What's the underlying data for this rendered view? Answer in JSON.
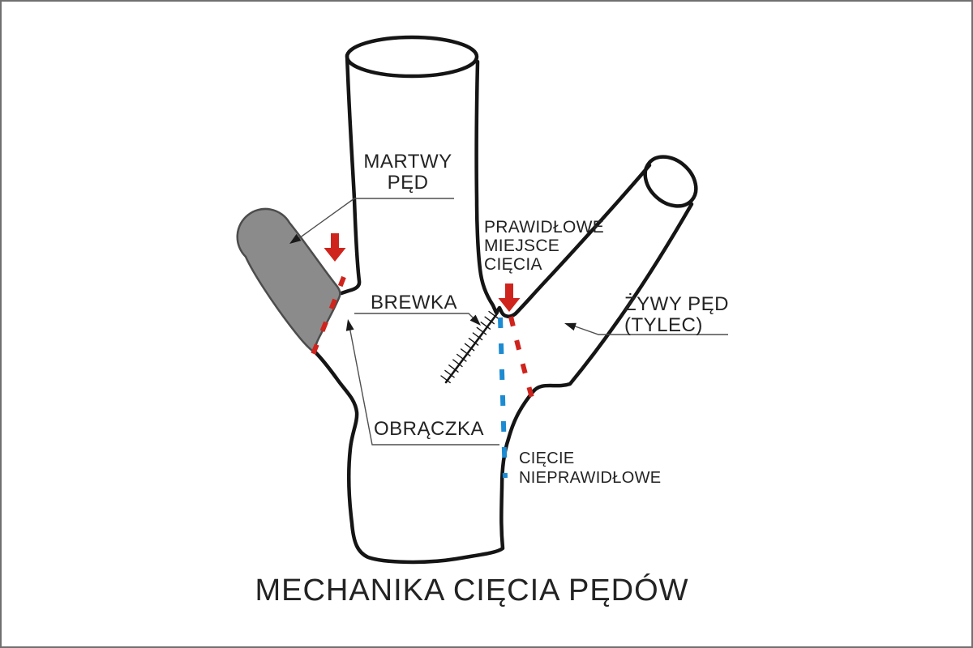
{
  "title": {
    "text": "MECHANIKA CIĘCIA PĘDÓW"
  },
  "labels": {
    "dead_shoot": {
      "lines": [
        "MARTWY",
        "PĘD"
      ]
    },
    "ridge": {
      "text": "BREWKA"
    },
    "collar": {
      "text": "OBRĄCZKA"
    },
    "live_shoot": {
      "lines": [
        "ŻYWY PĘD",
        "(TYLEC)"
      ]
    },
    "correct_cut": {
      "lines": [
        "PRAWIDŁOWE",
        "MIEJSCE",
        "CIĘCIA"
      ]
    },
    "incorrect_cut": {
      "lines": [
        "CIĘCIE",
        "NIEPRAWIDŁOWE"
      ]
    }
  },
  "colors": {
    "background": "#ffffff",
    "frame": "#707070",
    "outline": "#151515",
    "dead_fill": "#8b8b8b",
    "dead_stroke": "#4c4c4c",
    "leader": "#4f4f4f",
    "arrowhead": "#1a1a1a",
    "correct_red": "#cf241d",
    "incorrect_blue": "#1d8bd1",
    "text_black": "#232323"
  },
  "legend_semantics": {
    "red_dashed": "correct cut line",
    "blue_dashed": "incorrect cut line"
  }
}
